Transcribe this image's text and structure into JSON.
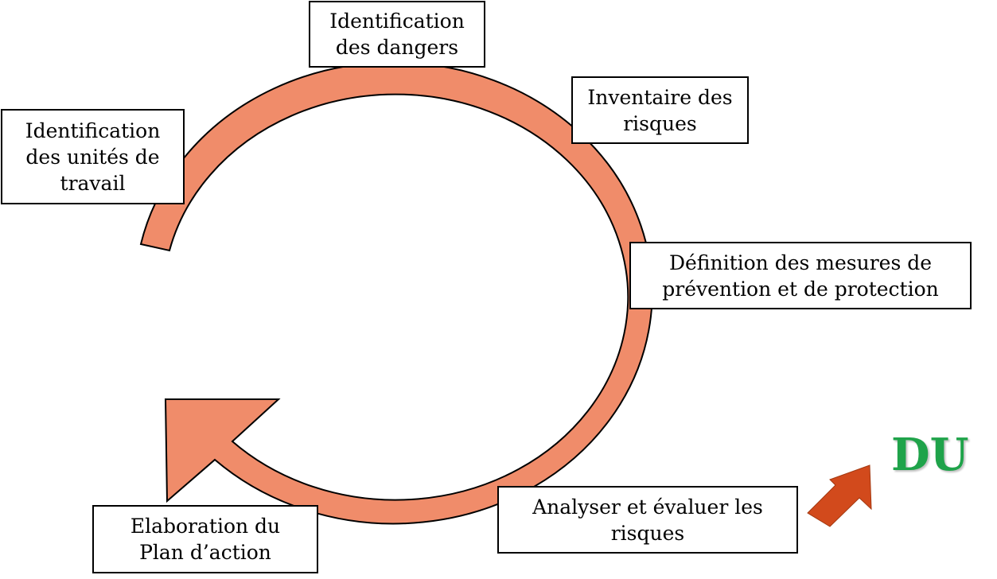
{
  "colors": {
    "cycle_fill": "#F08C6A",
    "cycle_stroke": "#000000",
    "du_arrow": "#D24A1C",
    "du_text": "#1FA34A"
  },
  "steps": {
    "identification_dangers": "Identification\ndes dangers",
    "inventaire_risques": "Inventaire des\nrisques",
    "identification_unites": "Identification\ndes unités de\ntravail",
    "definition_mesures": "Définition des mesures de\nprévention et de protection",
    "analyser_evaluer": "Analyser et évaluer les\nrisques",
    "elaboration_plan": "Elaboration du\nPlan d’action"
  },
  "du": {
    "label": "DU",
    "arrow_icon": "arrow-up-right-icon"
  }
}
